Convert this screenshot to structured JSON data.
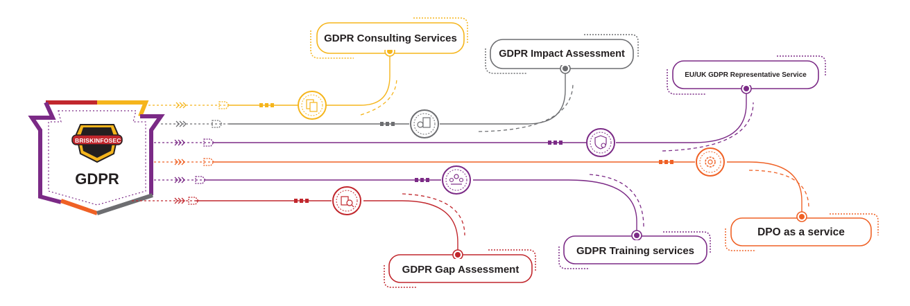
{
  "badge": {
    "title": "GDPR",
    "logo_text": "BRISKINFOSEC"
  },
  "colors": {
    "yellow": "#f5b51c",
    "grey": "#6d6e71",
    "purple": "#7b2a86",
    "orange": "#ef6125",
    "red": "#c1272d",
    "dark_text": "#231f20"
  },
  "services": [
    {
      "id": "consulting",
      "label": "GDPR Consulting Services",
      "color": "#f5b51c",
      "icon": "documents-icon"
    },
    {
      "id": "impact",
      "label": "GDPR Impact Assessment",
      "color": "#6d6e71",
      "icon": "assessment-clipboard-icon"
    },
    {
      "id": "representative",
      "label": "EU/UK GDPR Representative Service",
      "color": "#7b2a86",
      "icon": "shield-user-icon"
    },
    {
      "id": "dpo",
      "label": "DPO as a service",
      "color": "#ef6125",
      "icon": "gear-service-icon"
    },
    {
      "id": "training",
      "label": "GDPR Training services",
      "color": "#7b2a86",
      "icon": "training-group-icon"
    },
    {
      "id": "gap",
      "label": "GDPR Gap Assessment",
      "color": "#c1272d",
      "icon": "gap-analysis-icon"
    }
  ]
}
